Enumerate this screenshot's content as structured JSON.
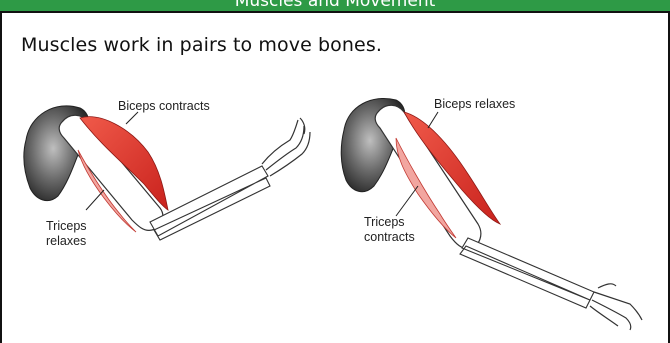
{
  "header": {
    "title": "Muscles and Movement"
  },
  "caption": "Muscles work in pairs to move bones.",
  "left_figure": {
    "label_top": "Biceps contracts",
    "label_bottom_line1": "Triceps",
    "label_bottom_line2": "relaxes"
  },
  "right_figure": {
    "label_top": "Biceps relaxes",
    "label_bottom_line1": "Triceps",
    "label_bottom_line2": "contracts"
  },
  "colors": {
    "header": "#2e9a46",
    "muscle": "#e0322c",
    "muscle_light": "#f2a6a0",
    "bone_outline": "#333333"
  }
}
